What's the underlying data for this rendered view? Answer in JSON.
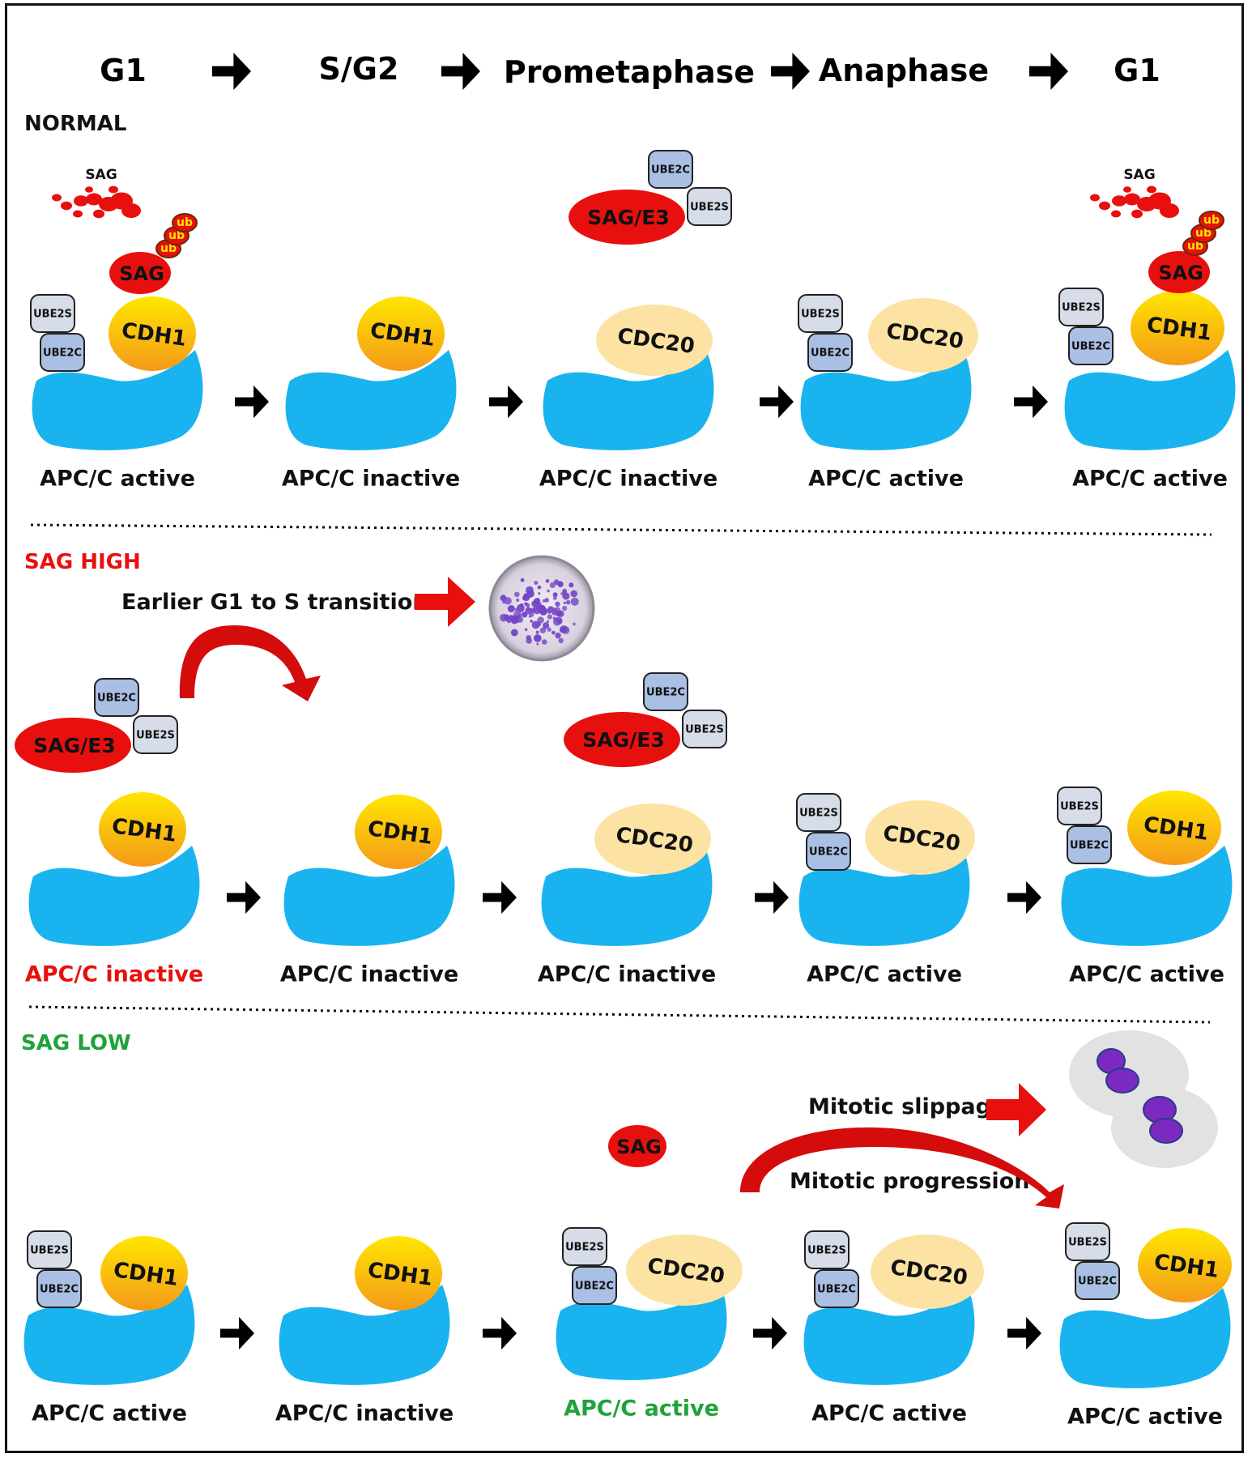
{
  "phases": [
    "G1",
    "S/G2",
    "Prometaphase",
    "Anaphase",
    "G1"
  ],
  "colors": {
    "apc": "#19b4ef",
    "cdh1_top": "#ffe600",
    "cdh1_bottom": "#f49a1a",
    "cdc20": "#fde3a3",
    "sag_red": "#e8100e",
    "ube": "#a9bfe3",
    "ube_light": "#d6dde9",
    "section_red": "#e8100e",
    "section_green": "#1ea33a",
    "arrow": "#000000",
    "colony_purple": "#7445c7",
    "cell_grey": "#e2e2e2"
  },
  "labels": {
    "apc_active": "APC/C active",
    "apc_inactive": "APC/C inactive",
    "cdh1": "CDH1",
    "cdc20": "CDC20",
    "ube2s": "UBE2S",
    "ube2c": "UBE2C",
    "sag": "SAG",
    "sag_e3": "SAG/E3",
    "ub": "ub"
  },
  "sections": {
    "normal": "NORMAL",
    "sag_high": "SAG HIGH",
    "sag_low": "SAG LOW"
  },
  "annotations": {
    "earlier_transition": "Earlier G1 to S transition",
    "mitotic_slippage": "Mitotic slippage",
    "mitotic_progression": "Mitotic progression"
  }
}
